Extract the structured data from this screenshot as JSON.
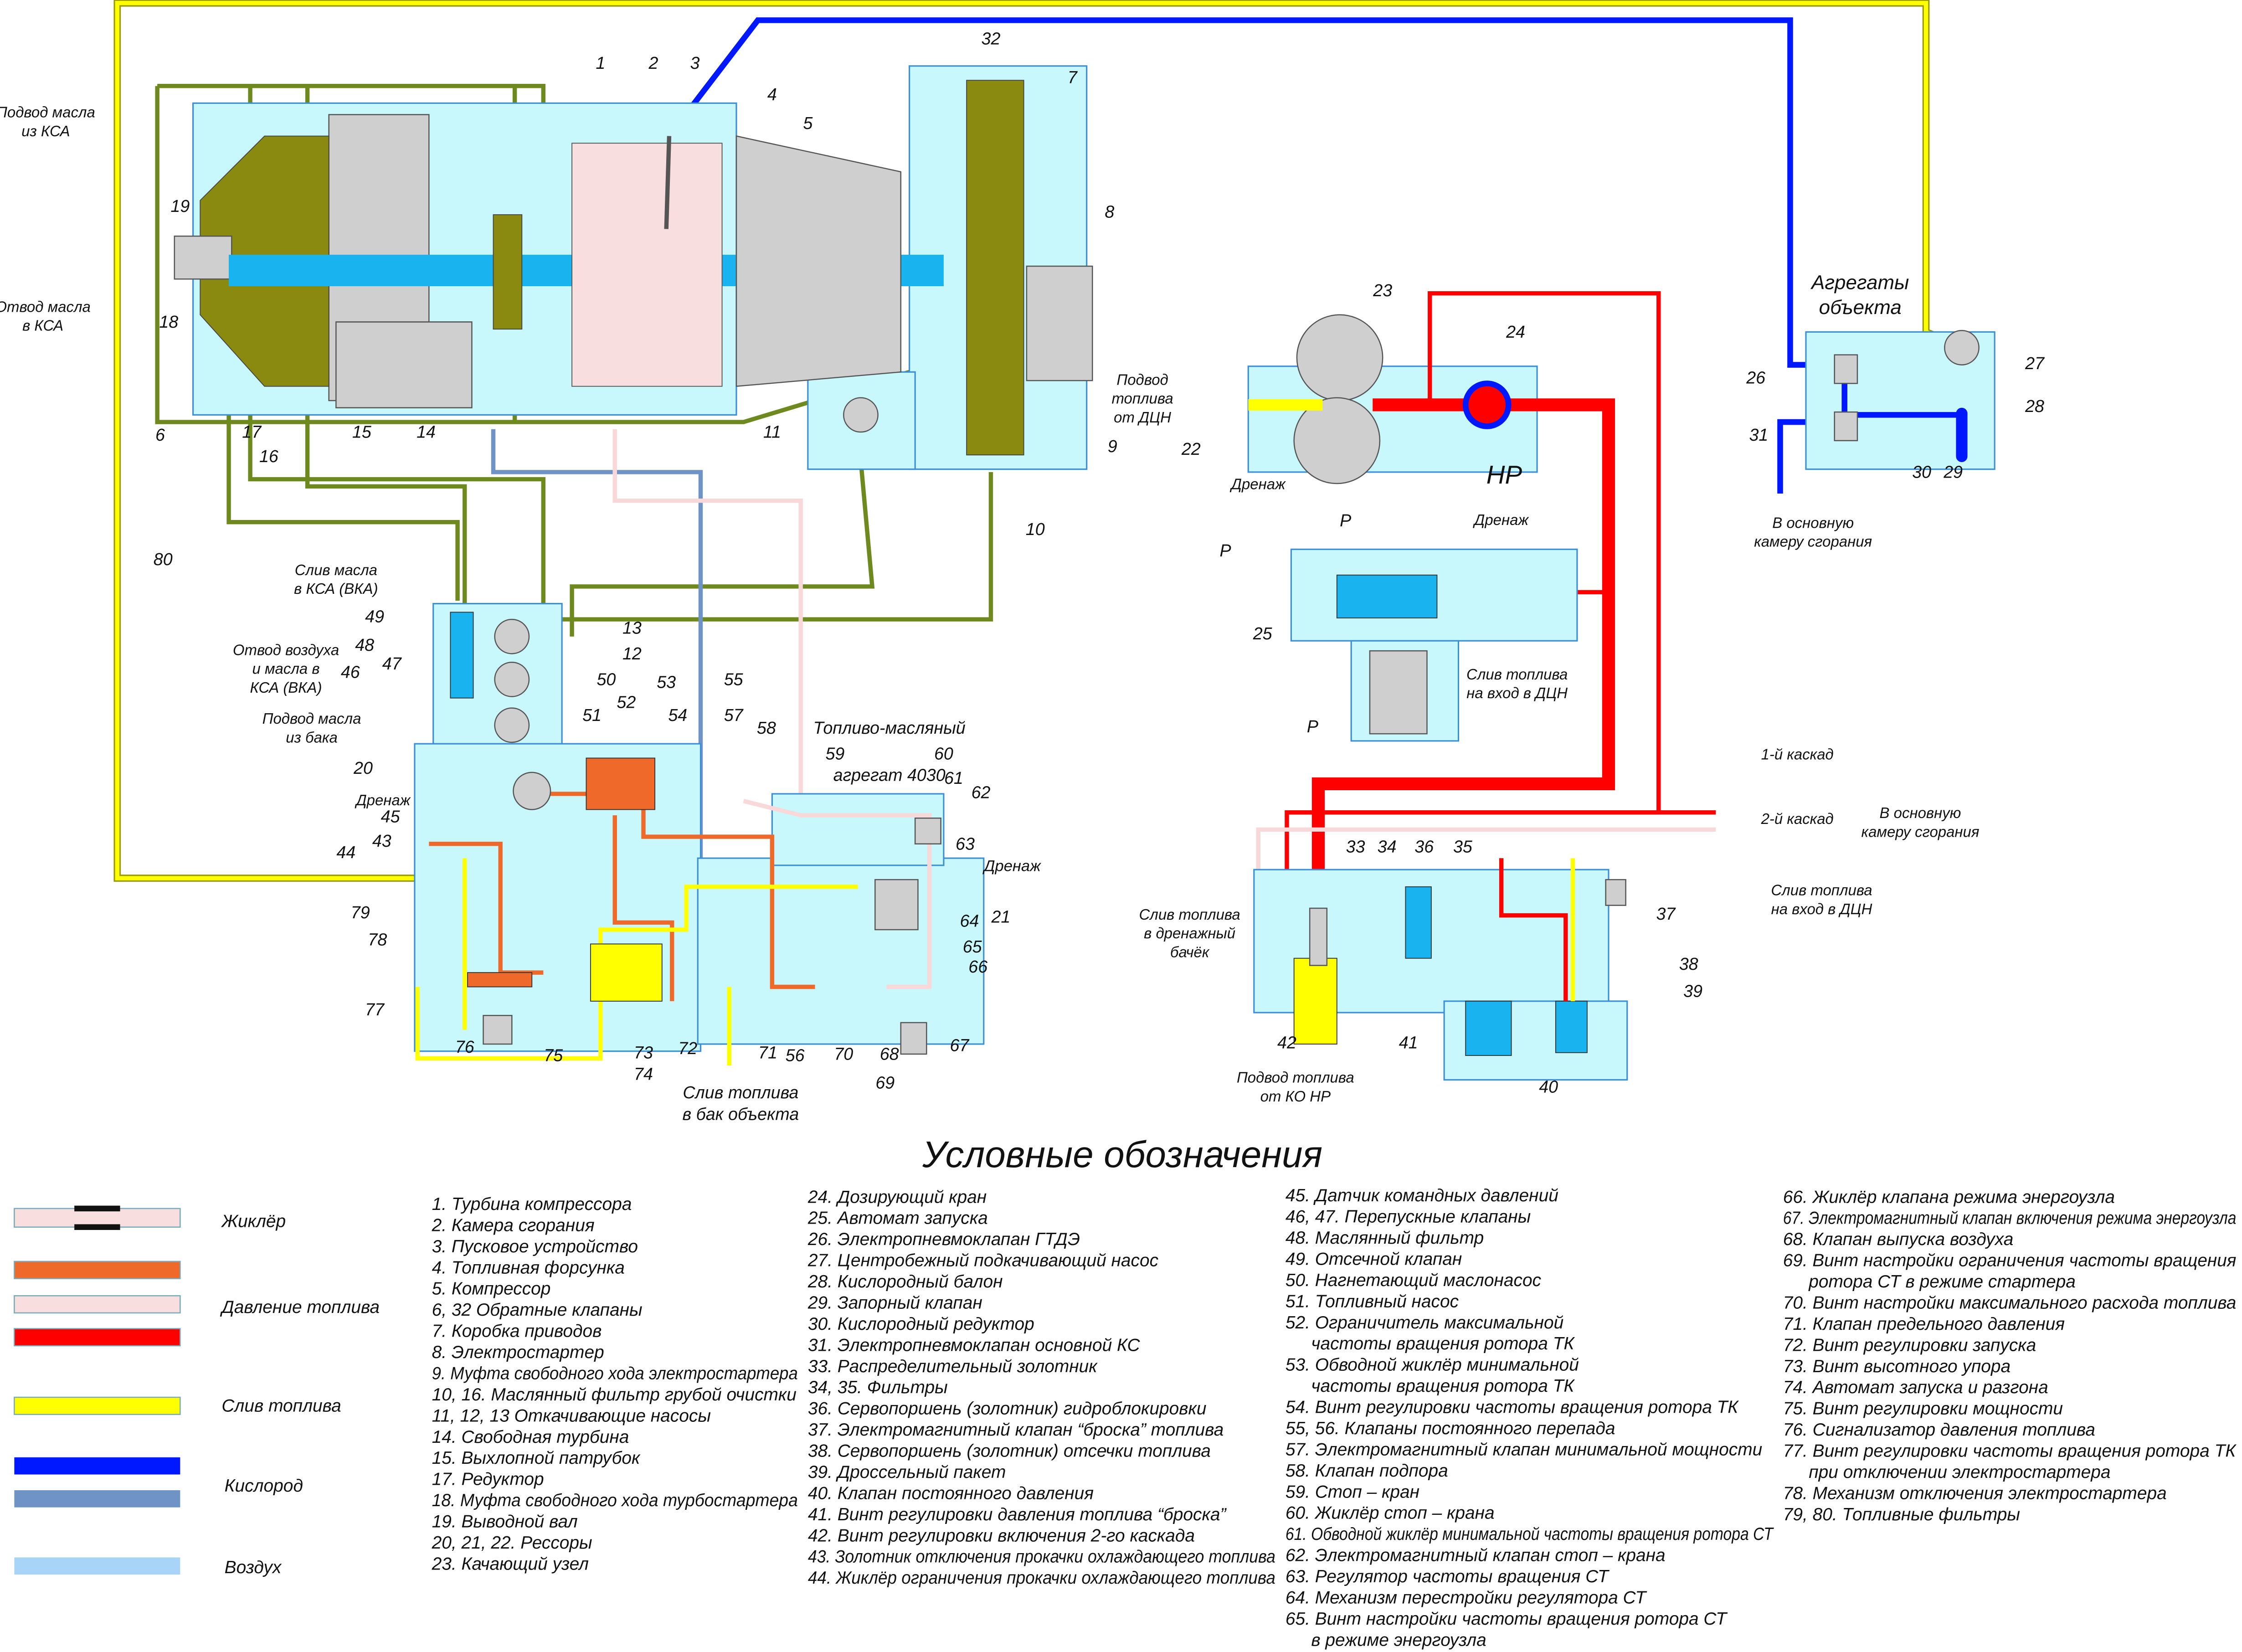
{
  "diagram": {
    "part_numbers": [
      "1",
      "2",
      "3",
      "4",
      "5",
      "6",
      "7",
      "8",
      "9",
      "10",
      "11",
      "12",
      "13",
      "14",
      "15",
      "16",
      "17",
      "18",
      "19",
      "20",
      "21",
      "22",
      "23",
      "24",
      "25",
      "26",
      "27",
      "28",
      "29",
      "30",
      "31",
      "32",
      "33",
      "34",
      "35",
      "36",
      "37",
      "38",
      "39",
      "40",
      "41",
      "42",
      "43",
      "44",
      "45",
      "46",
      "47",
      "48",
      "49",
      "50",
      "51",
      "52",
      "53",
      "54",
      "55",
      "56",
      "57",
      "58",
      "59",
      "60",
      "61",
      "62",
      "63",
      "64",
      "65",
      "66",
      "67",
      "68",
      "69",
      "70",
      "71",
      "72",
      "73",
      "74",
      "75",
      "76",
      "77",
      "78",
      "79",
      "80"
    ],
    "annotations": [
      {
        "id": "oil_in_ksa",
        "lines": [
          "Подвод масла",
          "из КСА"
        ]
      },
      {
        "id": "oil_out_ksa",
        "lines": [
          "Отвод масла",
          "в КСА"
        ]
      },
      {
        "id": "oil_drain_vka",
        "lines": [
          "Слив масла",
          "в КСА (ВКА)"
        ]
      },
      {
        "id": "air_oil_out",
        "lines": [
          "Отвод воздуха",
          "и масла в",
          "КСА (ВКА)"
        ]
      },
      {
        "id": "oil_from_tank",
        "lines": [
          "Подвод масла",
          "из бака"
        ]
      },
      {
        "id": "drain_left",
        "lines": [
          "Дренаж"
        ]
      },
      {
        "id": "fuel_oil_unit",
        "lines": [
          "Топливо-масляный",
          "агрегат 4030"
        ]
      },
      {
        "id": "drain_mid",
        "lines": [
          "Дренаж"
        ]
      },
      {
        "id": "fuel_to_tank",
        "lines": [
          "Слив топлива",
          "в бак объекта"
        ]
      },
      {
        "id": "fuel_from_dcn",
        "lines": [
          "Подвод",
          "топлива",
          "от ДЦН"
        ]
      },
      {
        "id": "drain_nr",
        "lines": [
          "Дренаж"
        ]
      },
      {
        "id": "nr",
        "lines": [
          "НР"
        ]
      },
      {
        "id": "p1",
        "lines": [
          "Р"
        ]
      },
      {
        "id": "p2",
        "lines": [
          "Р"
        ]
      },
      {
        "id": "p3",
        "lines": [
          "Р"
        ]
      },
      {
        "id": "drain_25",
        "lines": [
          "Дренаж"
        ]
      },
      {
        "id": "fuel_to_dcn_1",
        "lines": [
          "Слив топлива",
          "на вход в ДЦН"
        ]
      },
      {
        "id": "object_units",
        "lines": [
          "Агрегаты",
          "объекта"
        ]
      },
      {
        "id": "to_main_cc_1",
        "lines": [
          "В основную",
          "камеру сгорания"
        ]
      },
      {
        "id": "stage1",
        "lines": [
          "1-й каскад"
        ]
      },
      {
        "id": "stage2",
        "lines": [
          "2-й каскад"
        ]
      },
      {
        "id": "to_main_cc_2",
        "lines": [
          "В основную",
          "камеру сгорания"
        ]
      },
      {
        "id": "drain_tank",
        "lines": [
          "Слив топлива",
          "в дренажный",
          "бачёк"
        ]
      },
      {
        "id": "fuel_to_dcn_2",
        "lines": [
          "Слив топлива",
          "на вход в ДЦН"
        ]
      },
      {
        "id": "fuel_from_ko",
        "lines": [
          "Подвод топлива",
          "от КО НР"
        ]
      }
    ]
  },
  "legend": {
    "title": "Условные обозначения",
    "keys": [
      {
        "label": "Жиклёр",
        "color": "#f8dede"
      },
      {
        "label": "Давление топлива",
        "colors": [
          "#ef6a2a",
          "#f8dede",
          "#ff0000"
        ]
      },
      {
        "label": "Слив топлива",
        "color": "#ffff00"
      },
      {
        "label": "Кислород",
        "colors": [
          "#0018ff",
          "#6f93c4"
        ]
      },
      {
        "label": "Воздух",
        "color": "#a8d4f8"
      }
    ],
    "columns": [
      [
        "1. Турбина компрессора",
        "2. Камера сгорания",
        "3. Пусковое устройство",
        "4. Топливная форсунка",
        "5. Компрессор",
        "6, 32 Обратные клапаны",
        "7. Коробка приводов",
        "8. Электростартер",
        "9. Муфта свободного хода электростартера",
        "10, 16. Маслянный фильтр грубой очистки",
        "11, 12, 13 Откачивающие насосы",
        "14. Свободная турбина",
        "15. Выхлопной патрубок",
        "17. Редуктор",
        "18. Муфта свободного хода турбостартера",
        "19. Выводной вал",
        "20, 21, 22. Рессоры",
        "23. Качающий узел"
      ],
      [
        "24. Дозирующий кран",
        "25. Автомат запуска",
        "26. Электропневмоклапан ГТДЭ",
        "27. Центробежный подкачивающий насос",
        "28. Кислородный балон",
        "29. Запорный клапан",
        "30. Кислородный редуктор",
        "31. Электропневмоклапан основной КС",
        "33. Распределительный золотник",
        "34, 35. Фильтры",
        "36. Сервопоршень (золотник) гидроблокировки",
        "37. Электромагнитный клапан “броска” топлива",
        "38. Сервопоршень (золотник) отсечки топлива",
        "39. Дроссельный пакет",
        "40. Клапан постоянного давления",
        "41. Винт регулировки давления топлива “броска”",
        "42. Винт регулировки включения 2-го каскада",
        "43. Золотник отключения прокачки охлаждающего топлива",
        "44. Жиклёр ограничения прокачки охлаждающего топлива"
      ],
      [
        "45. Датчик командных давлений",
        "46, 47. Перепускные клапаны",
        "48. Маслянный фильтр",
        "49. Отсечной клапан",
        "50. Нагнетающий маслонасос",
        "51. Топливный насос",
        "52. Ограничитель максимальной",
        "частоты вращения ротора ТК",
        "53. Обводной жиклёр минимальной",
        "частоты вращения ротора ТК",
        "54. Винт регулировки частоты вращения ротора ТК",
        "55, 56. Клапаны постоянного перепада",
        "57. Электромагнитный клапан минимальной мощности",
        "58. Клапан подпора",
        "59. Стоп – кран",
        "60. Жиклёр стоп – крана",
        "61. Обводной жиклёр минимальной частоты вращения ротора СТ",
        "62. Электромагнитный клапан стоп – крана",
        "63. Регулятор частоты вращения СТ",
        "64. Механизм перестройки регулятора СТ",
        "65. Винт настройки частоты вращения ротора СТ",
        "в режиме энергоузла"
      ],
      [
        "66. Жиклёр клапана режима энергоузла",
        "67. Электромагнитный клапан включения режима энергоузла",
        "68. Клапан выпуска воздуха",
        "69. Винт настройки ограничения частоты вращения",
        "ротора СТ в режиме стартера",
        "70. Винт настройки максимального расхода топлива",
        "71. Клапан предельного давления",
        "72. Винт регулировки запуска",
        "73. Винт высотного упора",
        "74. Автомат запуска и разгона",
        "75. Винт регулировки мощности",
        "76. Сигнализатор давления топлива",
        "77. Винт регулировки частоты вращения ротора ТК",
        "при отключении электростартера",
        "78. Механизм отключения электростартера",
        "79, 80. Топливные фильтры"
      ]
    ]
  }
}
